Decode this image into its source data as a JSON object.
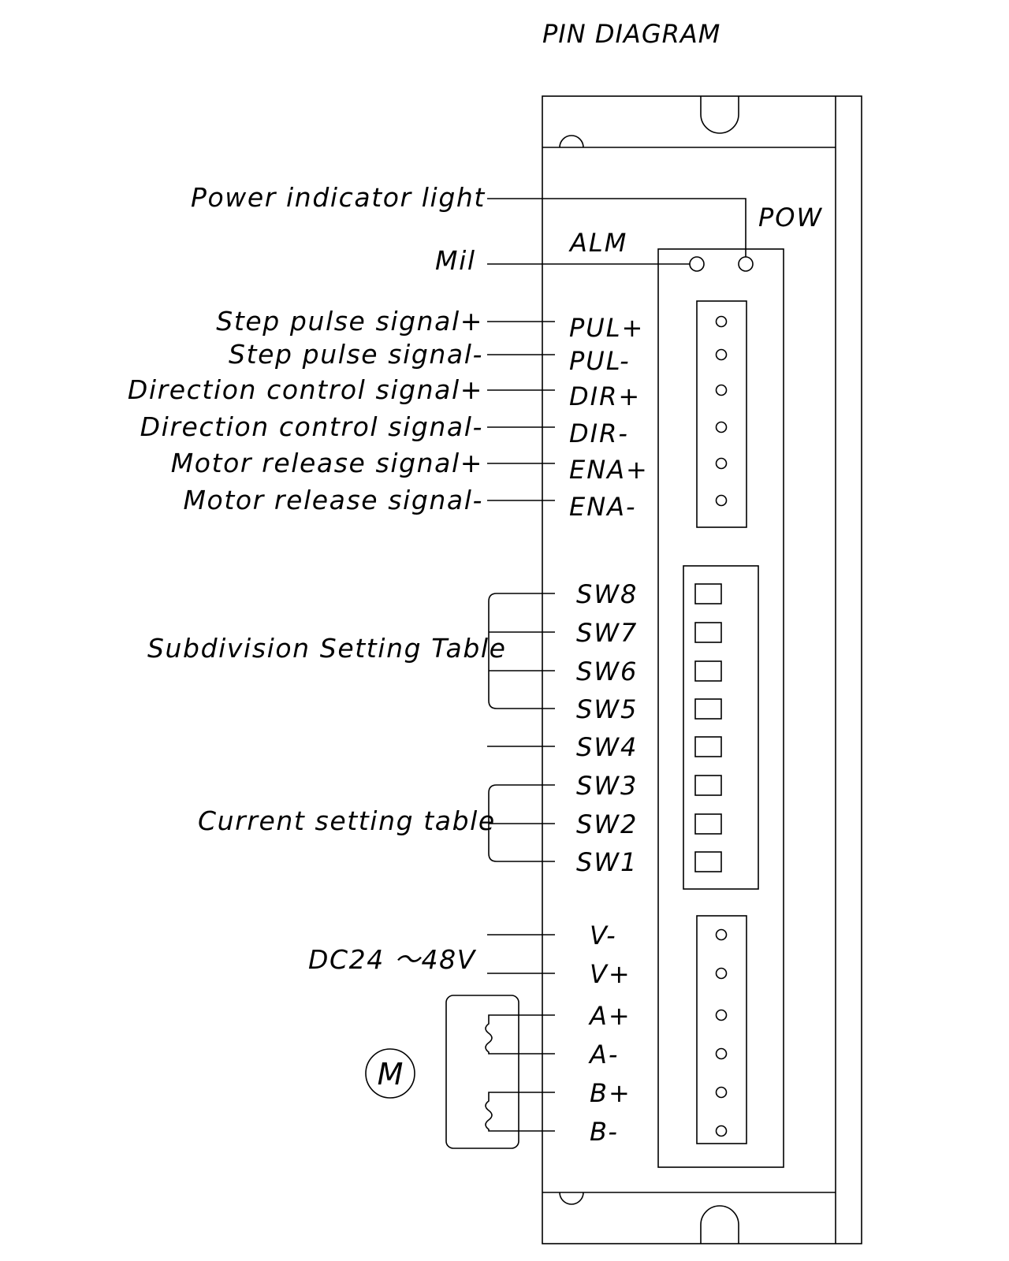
{
  "title": "PIN DIAGRAM",
  "indicators": {
    "pow": "POW",
    "alm": "ALM",
    "power_light_label": "Power indicator light",
    "alarm_label": "Mil"
  },
  "signal_pins": [
    {
      "pin": "PUL+",
      "description": "Step pulse signal+"
    },
    {
      "pin": "PUL-",
      "description": "Step pulse signal-"
    },
    {
      "pin": "DIR+",
      "description": "Direction control signal+"
    },
    {
      "pin": "DIR-",
      "description": "Direction control signal-"
    },
    {
      "pin": "ENA+",
      "description": "Motor release signal+"
    },
    {
      "pin": "ENA-",
      "description": "Motor release signal-"
    }
  ],
  "switches": [
    "SW8",
    "SW7",
    "SW6",
    "SW5",
    "SW4",
    "SW3",
    "SW2",
    "SW1"
  ],
  "switch_groups": {
    "subdivision": "Subdivision Setting Table",
    "current": "Current setting table"
  },
  "power_pins": [
    "V-",
    "V+"
  ],
  "power_label": "DC24 〜48V",
  "motor_pins": [
    "A+",
    "A-",
    "B+",
    "B-"
  ],
  "motor_symbol": "M",
  "colors": {
    "line": "#000000",
    "background": "#ffffff"
  }
}
